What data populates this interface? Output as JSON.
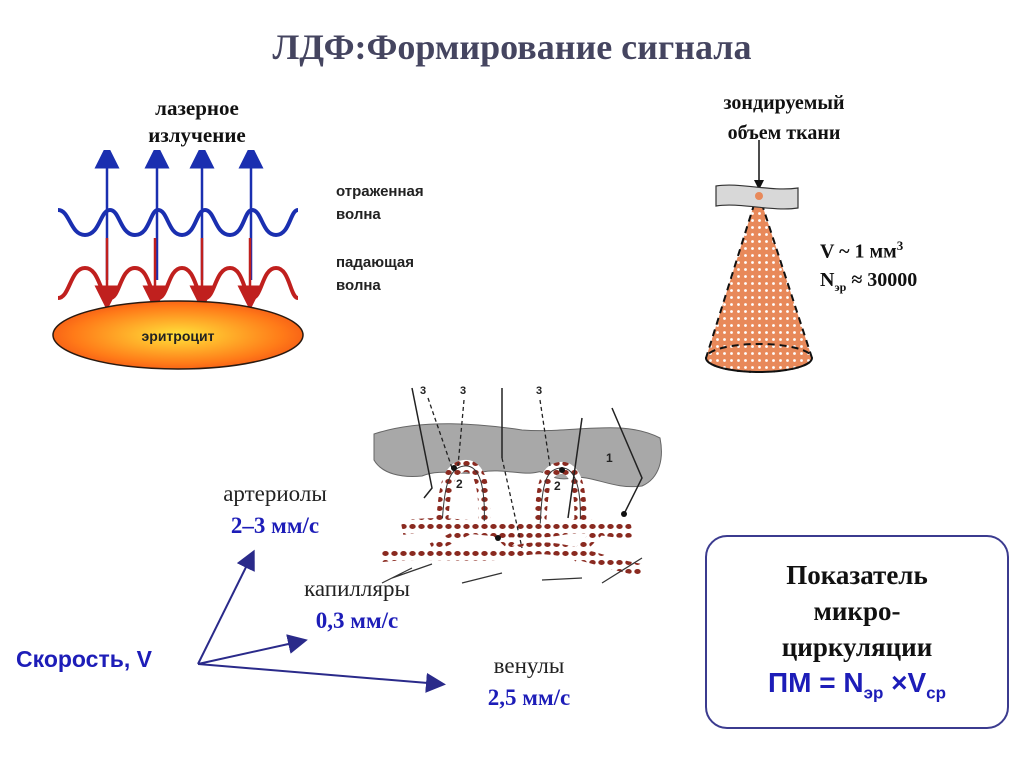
{
  "title": "ЛДФ:Формирование сигнала",
  "laser": {
    "label_line1": "лазерное",
    "label_line2": "излучение",
    "reflected_line1": "отраженная",
    "reflected_line2": "волна",
    "incident_line1": "падающая",
    "incident_line2": "волна",
    "erythrocyte": "эритроцит"
  },
  "probe": {
    "label_line1": "зондируемый",
    "label_line2": "объем ткани",
    "volume_text": "V ~ 1 мм",
    "volume_sup": "3",
    "count_prefix": "N",
    "count_sub": "эр",
    "count_text": " ≈ 30000"
  },
  "tissue_labels": [
    "3",
    "3",
    "3",
    "1",
    "2",
    "2"
  ],
  "vessels": {
    "arterioles_name": "артериолы",
    "arterioles_speed": "2–3 мм/с",
    "capillaries_name": "капилляры",
    "capillaries_speed": "0,3 мм/с",
    "venules_name": "венулы",
    "venules_speed": "2,5 мм/с"
  },
  "speed_label": "Скорость, V",
  "pm": {
    "line1": "Показатель",
    "line2": "микро-",
    "line3": "циркуляции",
    "formula_prefix": "ПМ = N",
    "formula_sub1": "эр",
    "formula_mid": " ×V",
    "formula_sub2": "ср"
  },
  "colors": {
    "title": "#454560",
    "reflected_wave": "#1a2fb0",
    "incident_wave": "#c0201e",
    "speed_text": "#1d1db8",
    "cone_fill": "#e8895a",
    "tissue_gray": "#a8a8a8"
  }
}
